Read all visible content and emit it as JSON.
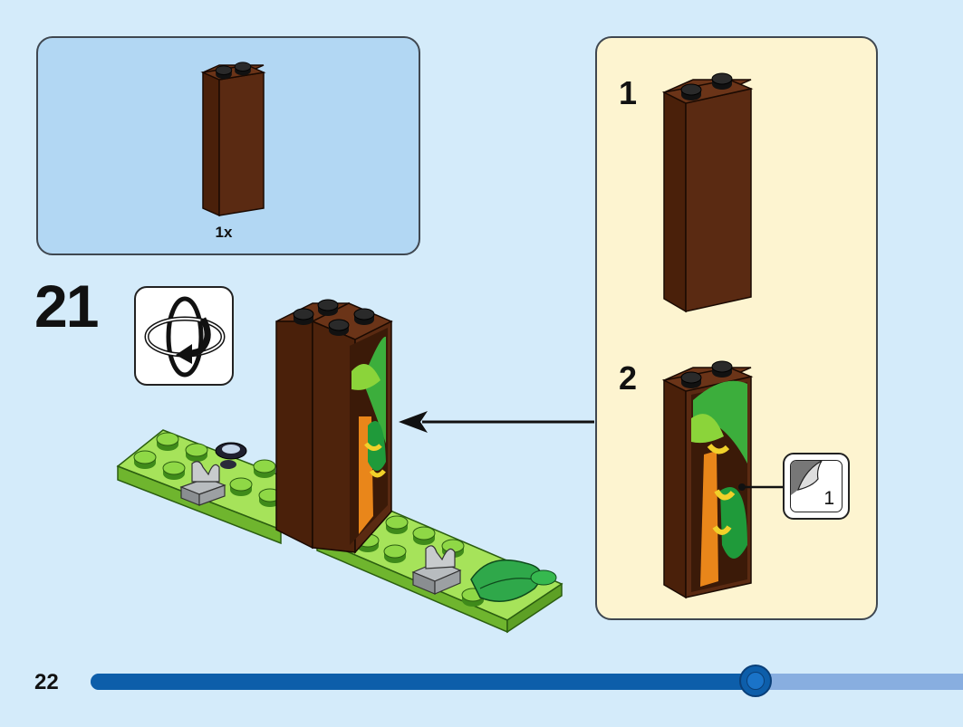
{
  "parts_list": {
    "quantity": "1x"
  },
  "step": {
    "number": "21"
  },
  "subassembly": {
    "steps": [
      {
        "number": "1"
      },
      {
        "number": "2"
      }
    ],
    "sticker_number": "1"
  },
  "page": {
    "number": "22"
  },
  "progress": {
    "fraction": 0.762
  },
  "colors": {
    "background": "#d4ebfa",
    "parts_callout": "#b2d7f3",
    "subassembly_panel": "#fdf4d0",
    "brick_brown": "#5a2a12",
    "plate_green": "#8fd846",
    "progress_blue": "#0d5eaa",
    "progress_track": "#88aee0"
  },
  "icons": {
    "rotate": "rotate-model-icon",
    "arrow": "attach-arrow-icon",
    "sticker": "sticker-icon"
  }
}
